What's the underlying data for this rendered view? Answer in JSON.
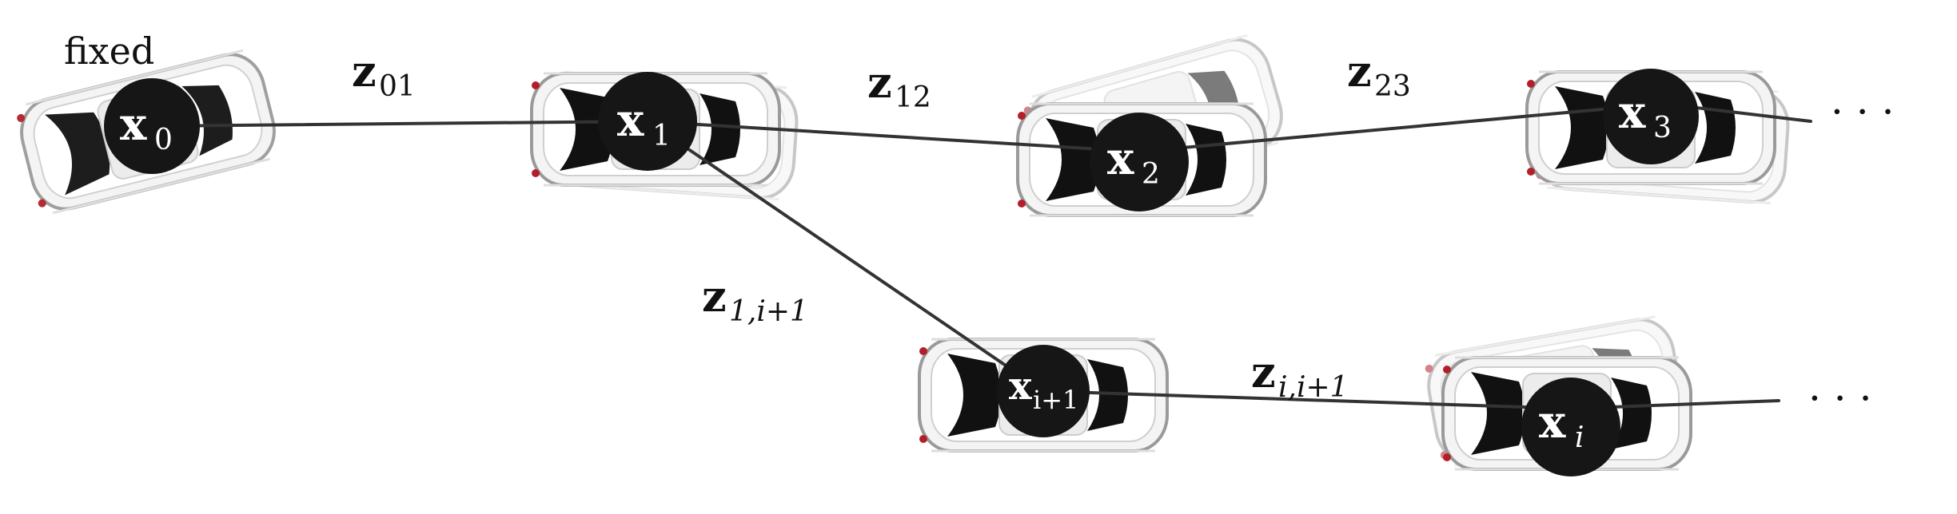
{
  "fixed_label": "fixed",
  "nodes": [
    {
      "id": "x0",
      "var": "x",
      "sub": "0"
    },
    {
      "id": "x1",
      "var": "x",
      "sub": "1"
    },
    {
      "id": "x2",
      "var": "x",
      "sub": "2"
    },
    {
      "id": "x3",
      "var": "x",
      "sub": "3"
    },
    {
      "id": "xi1",
      "var": "x",
      "sub": "i+1"
    },
    {
      "id": "xi",
      "var": "x",
      "sub": "i"
    }
  ],
  "edges": [
    {
      "id": "z01",
      "var": "z",
      "sub": "01"
    },
    {
      "id": "z12",
      "var": "z",
      "sub": "12"
    },
    {
      "id": "z23",
      "var": "z",
      "sub": "23"
    },
    {
      "id": "z1i1",
      "var": "z",
      "sub": "1,i+1"
    },
    {
      "id": "zii1",
      "var": "z",
      "sub": "i,i+1"
    }
  ],
  "ellipsis": "· · ·",
  "colors": {
    "node": "#161616",
    "edge": "#333333",
    "car_body": "#f2f2f2",
    "car_glass": "#111111"
  },
  "icons": [
    "car-icon"
  ]
}
